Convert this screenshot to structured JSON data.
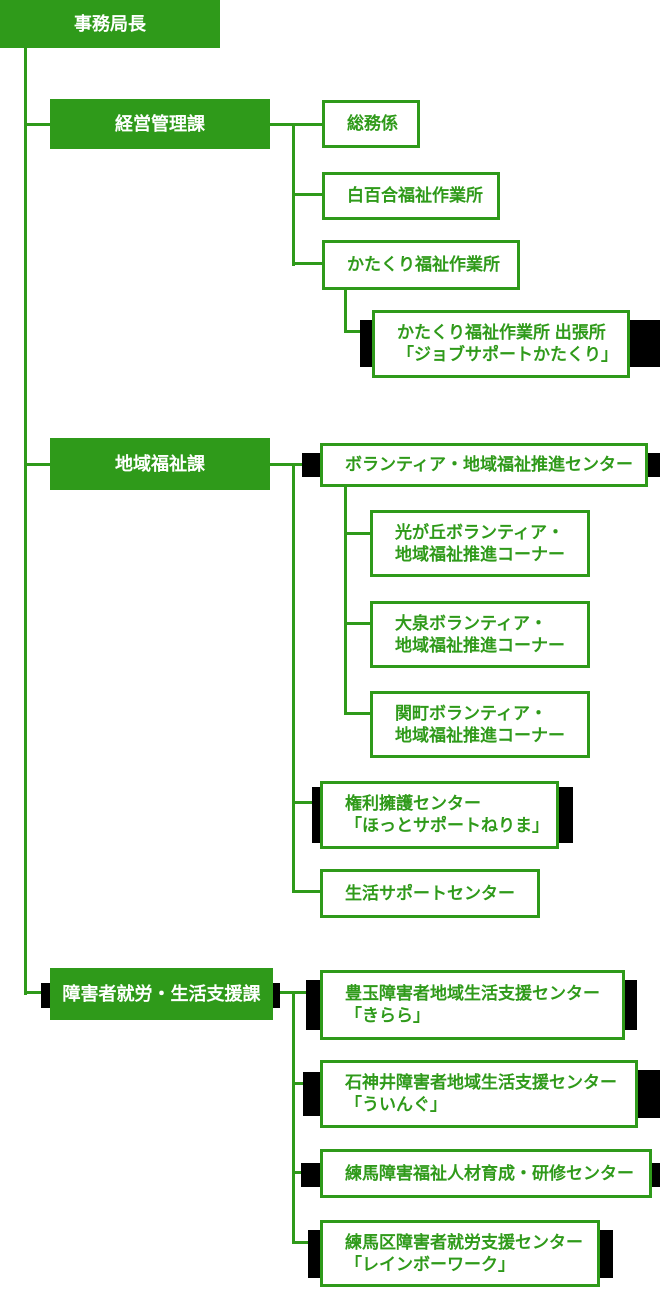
{
  "palette": {
    "green": "#2f9a1a",
    "accent_bar": "#000000",
    "leaf_background": "#ffffff",
    "leaf_text": "#2f9a1a",
    "dept_text": "#ffffff"
  },
  "org": {
    "root": {
      "label": "事務局長"
    },
    "sections": [
      {
        "label": "経営管理課",
        "children": [
          {
            "label": "総務係"
          },
          {
            "label": "白百合福祉作業所"
          },
          {
            "label": "かたくり福祉作業所",
            "children": [
              {
                "label": "かたくり福祉作業所 出張所",
                "label2": "「ジョブサポートかたくり」"
              }
            ]
          }
        ]
      },
      {
        "label": "地域福祉課",
        "children": [
          {
            "label": "ボランティア・地域福祉推進センター",
            "children": [
              {
                "label": "光が丘ボランティア・",
                "label2": "地域福祉推進コーナー"
              },
              {
                "label": "大泉ボランティア・",
                "label2": "地域福祉推進コーナー"
              },
              {
                "label": "関町ボランティア・",
                "label2": "地域福祉推進コーナー"
              }
            ]
          },
          {
            "label": "権利擁護センター",
            "label2": "「ほっとサポートねりま」"
          },
          {
            "label": "生活サポートセンター"
          }
        ]
      },
      {
        "label": "障害者就労・生活支援課",
        "children": [
          {
            "label": "豊玉障害者地域生活支援センター",
            "label2": "「きらら」"
          },
          {
            "label": "石神井障害者地域生活支援センター",
            "label2": "「ういんぐ」"
          },
          {
            "label": "練馬障害福祉人材育成・研修センター"
          },
          {
            "label": "練馬区障害者就労支援センター",
            "label2": "「レインボーワーク」"
          }
        ]
      }
    ]
  }
}
